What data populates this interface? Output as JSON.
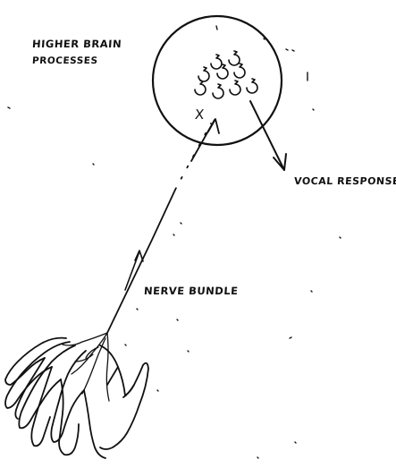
{
  "labels": {
    "higher_brain_line1": "HIGHER BRAIN",
    "higher_brain_line2": "PROCESSES",
    "vocal_response": "VOCAL RESPONSE",
    "nerve_bundle": "NERVE BUNDLE",
    "x_mark": "X"
  },
  "colors": {
    "ink": "#111111",
    "background": "#ffffff"
  }
}
